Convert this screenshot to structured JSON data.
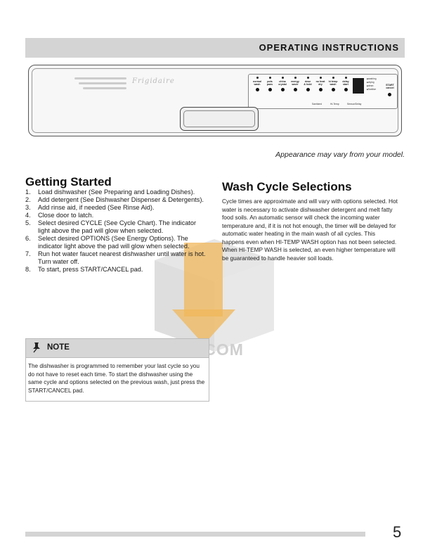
{
  "header": {
    "title": "OPERATING INSTRUCTIONS"
  },
  "control_panel": {
    "brand": "Frigidaire",
    "buttons": [
      {
        "label_1": "normal",
        "label_2": "wash"
      },
      {
        "label_1": "pots",
        "label_2": "pans"
      },
      {
        "label_1": "china",
        "label_2": "crystal"
      },
      {
        "label_1": "energy",
        "label_2": "saver"
      },
      {
        "label_1": "rinse",
        "label_2": "& hold"
      },
      {
        "label_1": "no heat",
        "label_2": "dry"
      },
      {
        "label_1": "hi temp",
        "label_2": "wash"
      },
      {
        "label_1": "delay",
        "label_2": "start"
      }
    ],
    "sub_labels": [
      "Sanitized",
      "Hi-Temp",
      "Sensor/Delay"
    ],
    "status_items": [
      "washing",
      "drying",
      "clean",
      "Sanitize"
    ],
    "start_label_1": "START",
    "start_label_2": "cancel"
  },
  "caption": "Appearance may vary from your model.",
  "getting_started": {
    "title": "Getting Started",
    "steps": [
      {
        "num": "1.",
        "text": "Load dishwasher (See Preparing and Loading Dishes)."
      },
      {
        "num": "2.",
        "text": "Add detergent (See Dishwasher Dispenser & Detergents)."
      },
      {
        "num": "3.",
        "text": "Add rinse aid, if needed (See Rinse Aid)."
      },
      {
        "num": "4.",
        "text": "Close door to latch."
      },
      {
        "num": "5.",
        "text": "Select desired CYCLE (See Cycle Chart). The indicator light above the pad will glow when selected."
      },
      {
        "num": "6.",
        "text": "Select desired OPTIONS (See Energy Options). The indicator light above the pad will glow when selected."
      },
      {
        "num": "7.",
        "text": "Run hot water faucet nearest dishwasher until water is hot. Turn water off."
      },
      {
        "num": "8.",
        "text": "To start, press START/CANCEL pad."
      }
    ]
  },
  "note": {
    "title": "NOTE",
    "text": "The dishwasher is programmed to remember your last cycle so you do not have to reset each time. To start the dishwasher using the same cycle and options selected on the previous wash, just press the START/CANCEL pad."
  },
  "wash_cycle": {
    "title": "Wash Cycle Selections",
    "body": "Cycle times are approximate and will vary with options selected. Hot water is necessary to activate dishwasher detergent and melt fatty food soils. An automatic sensor will check the incoming water temperature and, if it is not hot enough, the timer will be delayed for automatic water heating in the main wash of all cycles. This happens even when HI-TEMP WASH option has not been selected. When HI-TEMP WASH is selected, an even higher temperature will be guaranteed to handle heavier soil loads."
  },
  "watermark": {
    "text": "UMLIB.COM"
  },
  "page_number": "5",
  "colors": {
    "header_bg": "#d4d4d4",
    "watermark_orange": "#f0b75a",
    "watermark_gray": "#d0d0d0"
  }
}
